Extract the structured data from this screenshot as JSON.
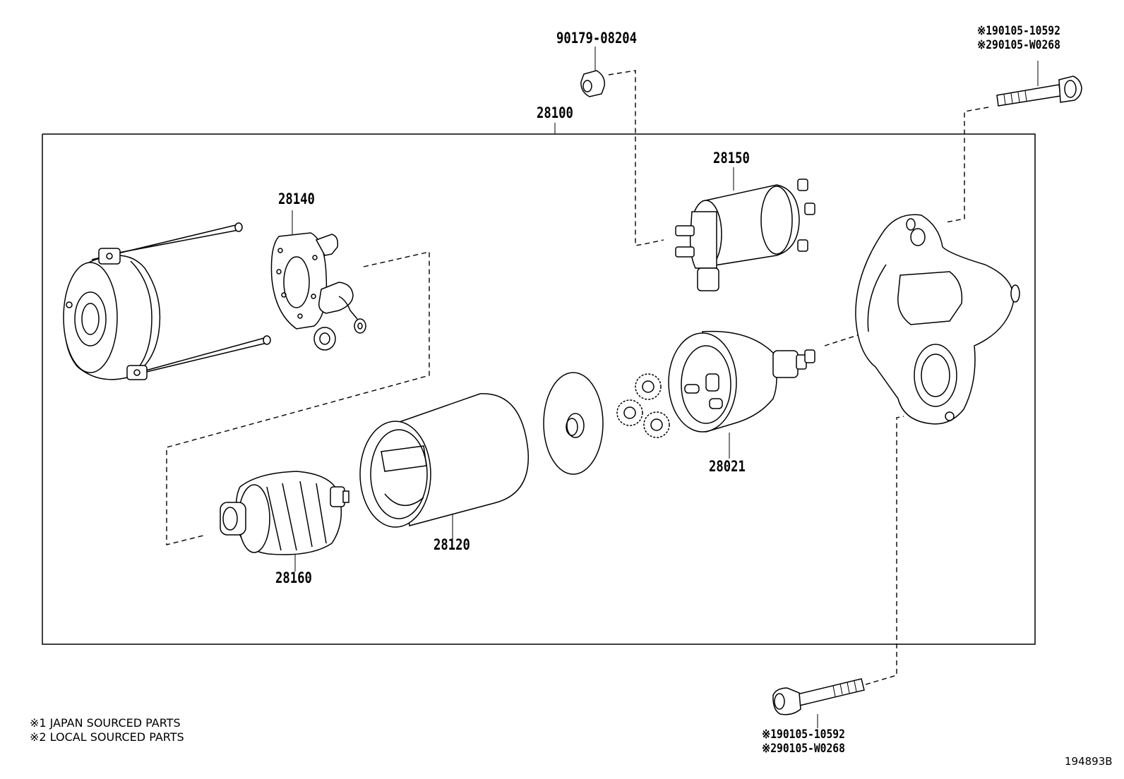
{
  "diagram": {
    "group_label": "28100",
    "parts": {
      "p28140": "28140",
      "p28150": "28150",
      "p28021": "28021",
      "p28120": "28120",
      "p28160": "28160",
      "p90179": "90179-08204"
    },
    "bolt_top": {
      "line1": "※190105-10592",
      "line2": "※290105-W0268"
    },
    "bolt_bottom": {
      "line1": "※190105-10592",
      "line2": "※290105-W0268"
    }
  },
  "legend": {
    "note1": "※1 JAPAN SOURCED PARTS",
    "note2": "※2 LOCAL SOURCED PARTS"
  },
  "figure_id": "194893B"
}
